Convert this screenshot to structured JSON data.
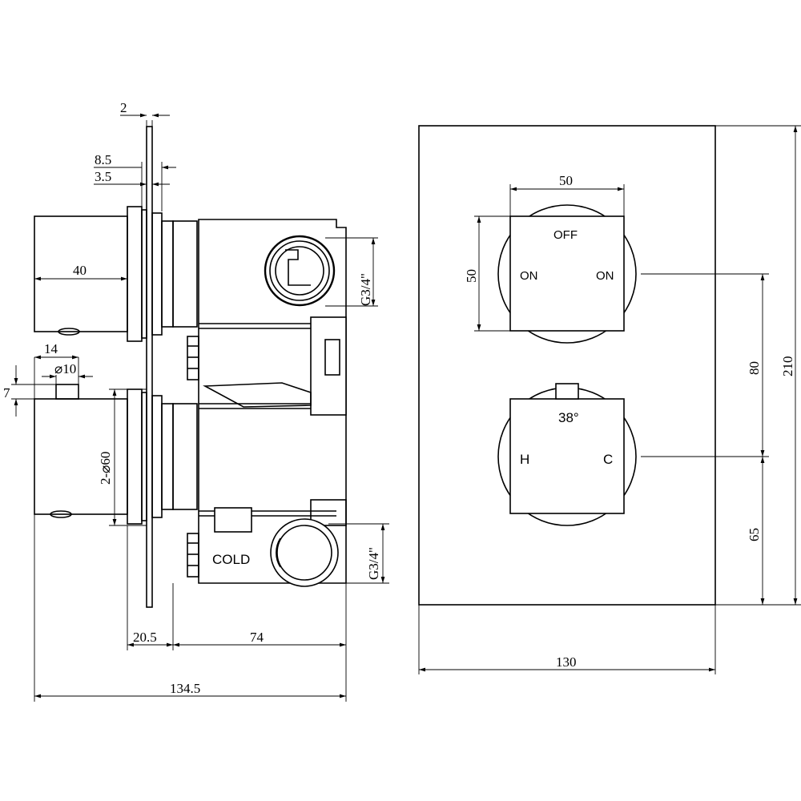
{
  "side_view": {
    "dims": {
      "d_2": "2",
      "d_8_5": "8.5",
      "d_3_5": "3.5",
      "d_40": "40",
      "d_14": "14",
      "d_phi10": "⌀10",
      "d_7": "7",
      "d_2phi60": "2-⌀60",
      "d_20_5": "20.5",
      "d_74": "74",
      "d_134_5": "134.5",
      "d_g34_top": "G3/4\"",
      "d_g34_bottom": "G3/4\""
    },
    "labels": {
      "cold": "COLD"
    }
  },
  "front_view": {
    "dims": {
      "d_50_w": "50",
      "d_50_h": "50",
      "d_80": "80",
      "d_65": "65",
      "d_210": "210",
      "d_130": "130"
    },
    "top_handle": {
      "off": "OFF",
      "on_left": "ON",
      "on_right": "ON"
    },
    "bottom_handle": {
      "temp": "38°",
      "hot": "H",
      "cold": "C"
    }
  }
}
